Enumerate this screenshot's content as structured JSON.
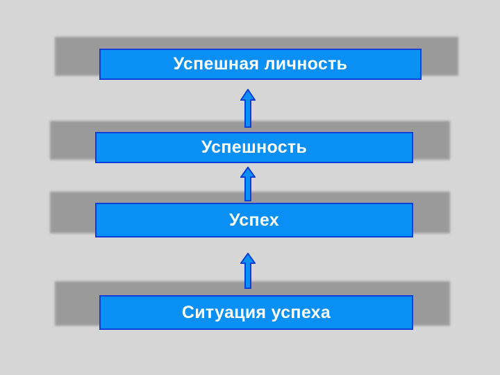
{
  "diagram": {
    "levels": [
      {
        "label": "Успешная личность"
      },
      {
        "label": "Успешность"
      },
      {
        "label": "Успех"
      },
      {
        "label": "Ситуация успеха"
      }
    ],
    "arrows": [
      {
        "from": "Ситуация успеха",
        "to": "Успех"
      },
      {
        "from": "Успех",
        "to": "Успешность"
      },
      {
        "from": "Успешность",
        "to": "Успешная личность"
      }
    ]
  },
  "colors": {
    "background": "#d6d6d6",
    "band": "#9a9a9a",
    "box_fill": "#0a8ff5",
    "box_border": "#0a3fd6",
    "arrow_fill": "#0a8ff5",
    "arrow_stroke": "#0a3fd6",
    "text": "#ffffff"
  }
}
